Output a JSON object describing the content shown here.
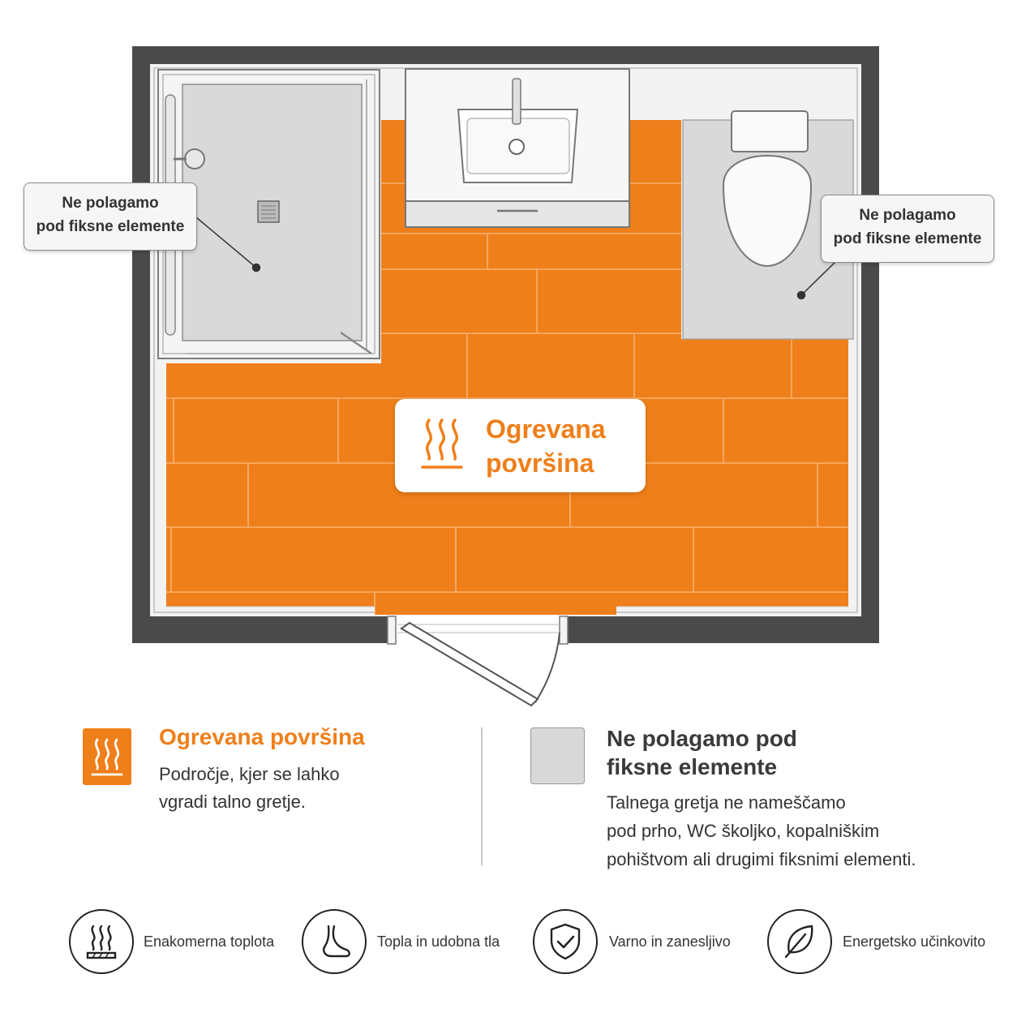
{
  "plan": {
    "heated_color": "#ef7f1a",
    "fixed_color": "#d8d8d8",
    "wall_color": "#4a4a4a",
    "callout_left_lines": [
      "Ne polagamo",
      "pod fiksne elemente"
    ],
    "callout_right_lines": [
      "Ne polagamo",
      "pod fiksne elemente"
    ],
    "heated_label_lines": [
      "Ogrevana",
      "površina"
    ],
    "heated_icon": "heat-waves-icon"
  },
  "legend": {
    "heated": {
      "title": "Ogrevana površina",
      "desc_lines": [
        "Področje, kjer se lahko",
        "vgradi talno gretje."
      ],
      "icon": "heat-waves-icon"
    },
    "fixed": {
      "title_lines": [
        "Ne polagamo pod",
        "fiksne elemente"
      ],
      "desc_lines": [
        "Talnega gretja ne nameščamo",
        "pod prho, WC školjko, kopalniškim",
        "pohištvom ali drugimi fiksnimi elementi."
      ]
    }
  },
  "features": [
    {
      "label": "Enakomerna toplota",
      "icon": "heat-waves-icon"
    },
    {
      "label": "Topla in udobna tla",
      "icon": "foot-icon"
    },
    {
      "label": "Varno in zanesljivo",
      "icon": "shield-check-icon"
    },
    {
      "label": "Energetsko učinkovito",
      "icon": "leaf-icon"
    }
  ]
}
